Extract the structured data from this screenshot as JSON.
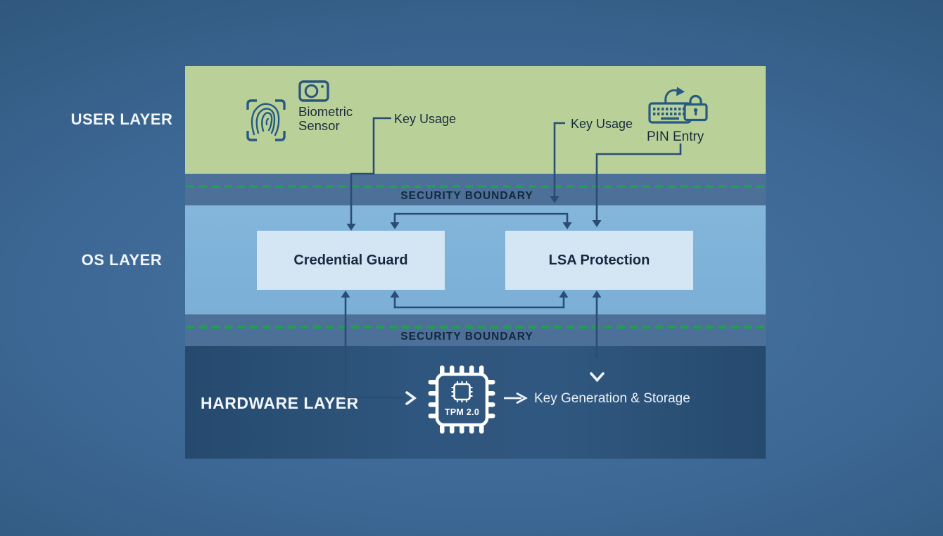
{
  "layers": {
    "user": {
      "label": "USER LAYER"
    },
    "os": {
      "label": "OS LAYER"
    },
    "hardware": {
      "label": "HARDWARE LAYER"
    }
  },
  "user_layer": {
    "biometric_line1": "Biometric",
    "biometric_line2": "Sensor",
    "key_usage_left": "Key Usage",
    "key_usage_right": "Key Usage",
    "pin_entry": "PIN Entry"
  },
  "boundaries": [
    {
      "label": "SECURITY BOUNDARY"
    },
    {
      "label": "SECURITY BOUNDARY"
    }
  ],
  "os_layer": {
    "credential_guard": "Credential Guard",
    "lsa_protection": "LSA Protection"
  },
  "hardware_layer": {
    "tpm_label": "TPM 2.0",
    "key_generation": "Key Generation & Storage"
  },
  "icons": {
    "fingerprint": "fingerprint-scan-icon",
    "camera": "camera-icon",
    "keyboard": "keyboard-icon",
    "padlock": "padlock-icon",
    "return_arrow": "return-arrow-icon",
    "tpm_chip": "tpm-chip-icon",
    "chevron_right": "chevron-right-icon",
    "chevron_down": "chevron-down-icon",
    "arrow_right": "arrow-right-icon"
  },
  "colors": {
    "background_center": "#4a76a4",
    "background_edge": "#2a5078",
    "user_band": "#b9d199",
    "os_band": "#7fb2d8",
    "hardware_band": "#2f567e",
    "boundary_strip": "#4d7098",
    "boundary_dash_green": "#1fa04f",
    "box_fill": "#d4e6f3",
    "connector": "#2b4c73",
    "icon_stroke": "#255a82",
    "dark_text": "#16293f",
    "light_text": "#f2f6fa"
  }
}
